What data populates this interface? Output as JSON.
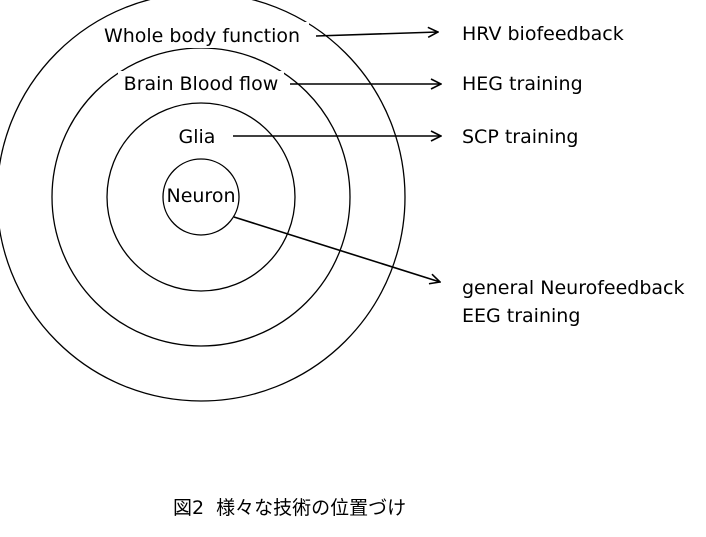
{
  "rings": [
    {
      "label": "Whole body function",
      "technique": [
        "HRV biofeedback"
      ]
    },
    {
      "label": "Brain Blood flow",
      "technique": [
        "HEG training"
      ]
    },
    {
      "label": "Glia",
      "technique": [
        "SCP training"
      ]
    },
    {
      "label": "Neuron",
      "technique": [
        "general Neurofeedback",
        "EEG training"
      ]
    }
  ],
  "caption": "図2  様々な技術の位置づけ",
  "colors": {
    "line": "#000000",
    "text": "#000000",
    "background": "#ffffff"
  }
}
